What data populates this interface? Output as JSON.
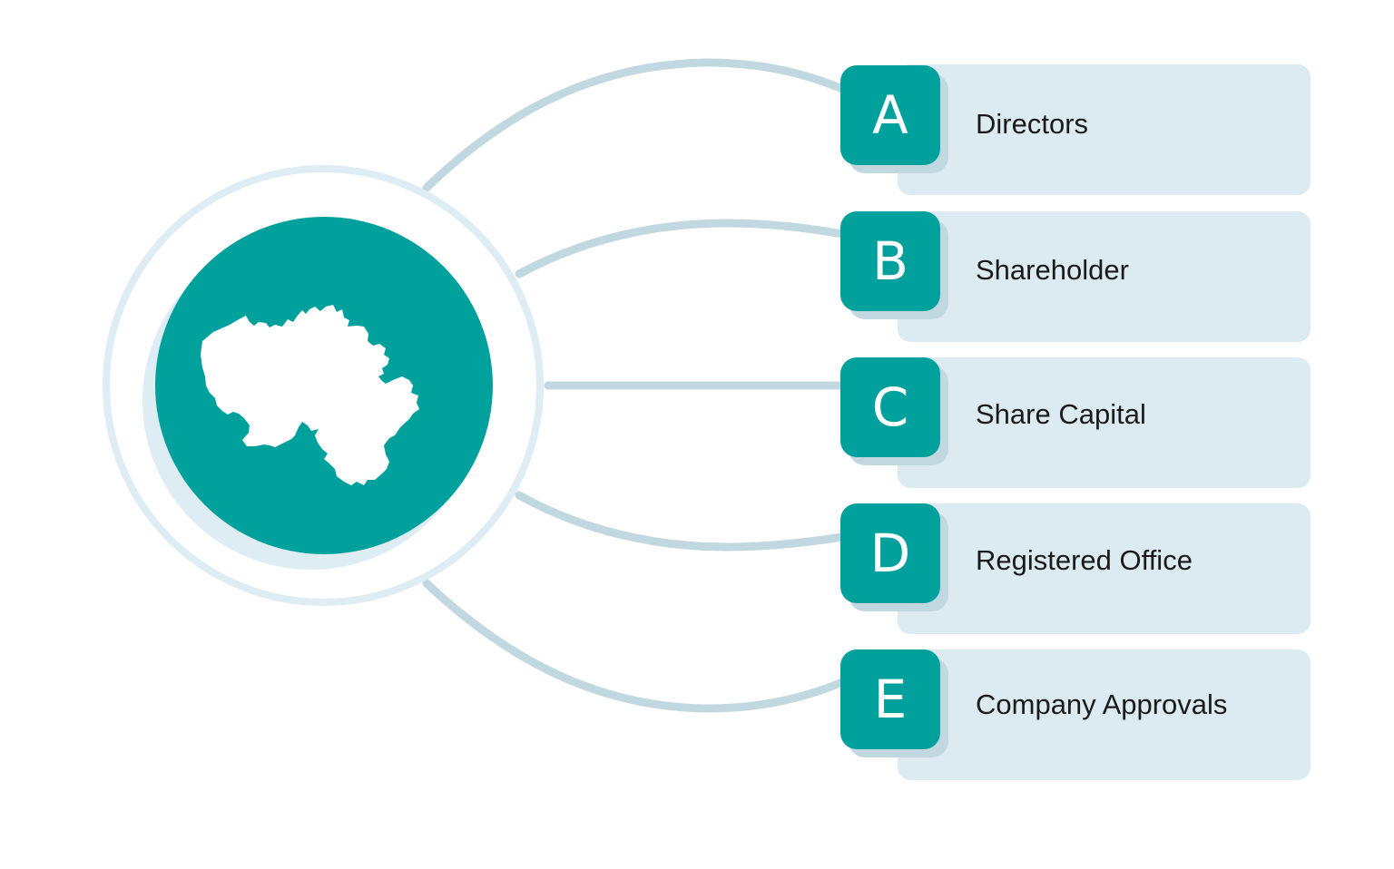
{
  "hub": {
    "icon": "belgium-map-icon",
    "colors": {
      "teal": "#00a19c",
      "ring": "#deedf3",
      "card": "#dcebf1",
      "connector": "#c2d8e0",
      "text": "#1a1a1a"
    }
  },
  "items": [
    {
      "letter": "A",
      "label": "Directors"
    },
    {
      "letter": "B",
      "label": "Shareholder"
    },
    {
      "letter": "C",
      "label": "Share Capital"
    },
    {
      "letter": "D",
      "label": "Registered Office"
    },
    {
      "letter": "E",
      "label": "Company Approvals"
    }
  ]
}
